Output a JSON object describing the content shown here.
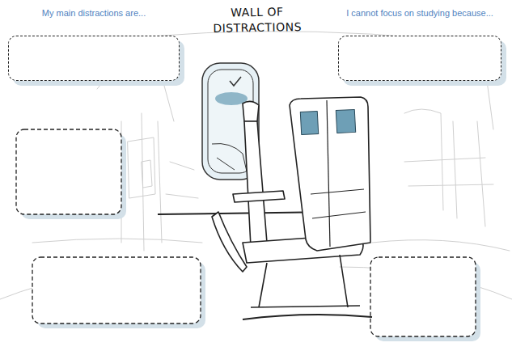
{
  "diagram": {
    "title": "WALL OF DISTRACTIONS",
    "nodes": [
      {
        "text": [
          "My main distractions are..."
        ]
      },
      {
        "text": [
          "I cannot focus on studying because..."
        ]
      }
    ]
  }
}
